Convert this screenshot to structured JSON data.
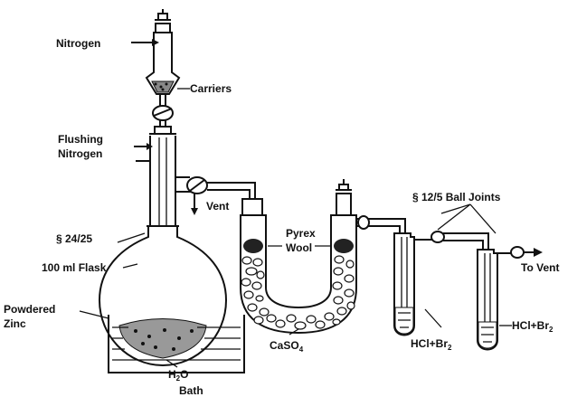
{
  "labels": {
    "nitrogen": "Nitrogen",
    "carriers": "Carriers",
    "flushing_1": "Flushing",
    "flushing_2": "Nitrogen",
    "vent": "Vent",
    "joint_24": "§ 24/25",
    "flask": "100 ml Flask",
    "zinc_1": "Powdered",
    "zinc_2": "Zinc",
    "water_h": "H",
    "water_sub": "2",
    "water_o": "O",
    "bath": "Bath",
    "pyrex_1": "Pyrex",
    "pyrex_2": "Wool",
    "caso4_ca": "CaSO",
    "caso4_sub": "4",
    "ball_joints": "§ 12/5 Ball Joints",
    "to_vent": "To Vent",
    "hcl_br_1": "HCl+Br",
    "hcl_br_1_sub": "2",
    "hcl_br_2": "HCl+Br",
    "hcl_br_2_sub": "2"
  },
  "colors": {
    "ink": "#111111",
    "paper": "#ffffff"
  }
}
